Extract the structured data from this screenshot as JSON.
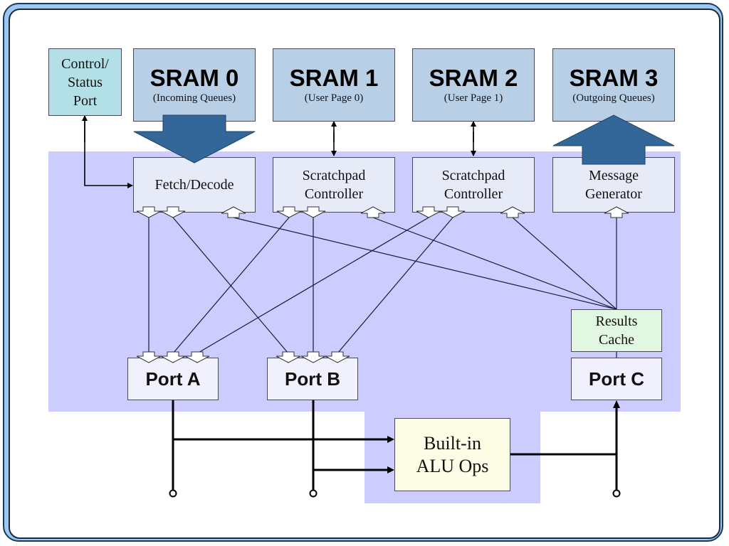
{
  "diagram": {
    "control_port": {
      "line1": "Control/",
      "line2": "Status",
      "line3": "Port"
    },
    "srams": [
      {
        "title": "SRAM 0",
        "subtitle": "(Incoming Queues)"
      },
      {
        "title": "SRAM 1",
        "subtitle": "(User Page 0)"
      },
      {
        "title": "SRAM 2",
        "subtitle": "(User Page 1)"
      },
      {
        "title": "SRAM 3",
        "subtitle": "(Outgoing Queues)"
      }
    ],
    "units": {
      "fetch_decode": {
        "line1": "Fetch/Decode"
      },
      "scratchpad1": {
        "line1": "Scratchpad",
        "line2": "Controller"
      },
      "scratchpad2": {
        "line1": "Scratchpad",
        "line2": "Controller"
      },
      "message_gen": {
        "line1": "Message",
        "line2": "Generator"
      }
    },
    "results_cache": {
      "line1": "Results",
      "line2": "Cache"
    },
    "ports": {
      "a": "Port A",
      "b": "Port B",
      "c": "Port C"
    },
    "alu": {
      "line1": "Built-in",
      "line2": "ALU Ops"
    },
    "colors": {
      "region": "#ccccff",
      "sram": "#b9cfe6",
      "big_arrow": "#336699",
      "frame": "#9ec8f2"
    }
  }
}
